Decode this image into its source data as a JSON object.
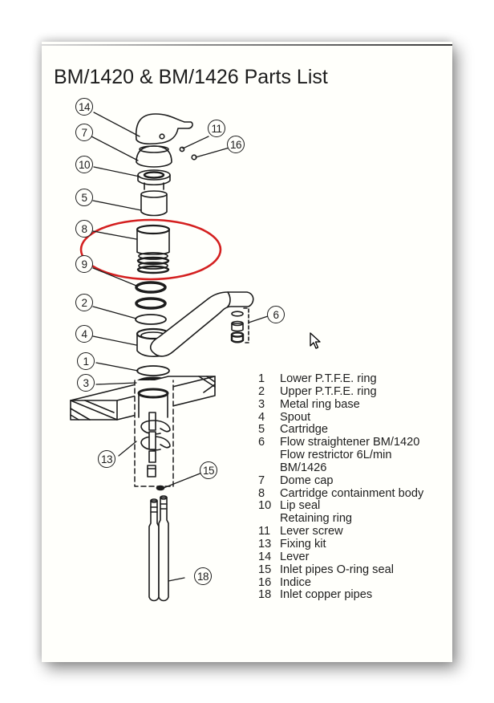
{
  "document": {
    "title": "BM/1420 & BM/1426 Parts List"
  },
  "diagram": {
    "callouts": [
      "14",
      "7",
      "11",
      "16",
      "10",
      "5",
      "8",
      "9",
      "2",
      "6",
      "4",
      "1",
      "3",
      "13",
      "15",
      "18"
    ],
    "highlight": {
      "part": "8",
      "color": "#d42020"
    }
  },
  "parts": [
    {
      "num": "1",
      "name": "Lower P.T.F.E. ring"
    },
    {
      "num": "2",
      "name": "Upper P.T.F.E. ring"
    },
    {
      "num": "3",
      "name": "Metal ring base"
    },
    {
      "num": "4",
      "name": "Spout"
    },
    {
      "num": "5",
      "name": "Cartridge"
    },
    {
      "num": "6",
      "name": "Flow straightener BM/1420"
    },
    {
      "num": "",
      "name": "Flow restrictor 6L/min"
    },
    {
      "num": "",
      "name": "BM/1426"
    },
    {
      "num": "7",
      "name": "Dome cap"
    },
    {
      "num": "8",
      "name": "Cartridge containment body"
    },
    {
      "num": "10",
      "name": "Lip seal"
    },
    {
      "num": "",
      "name": "Retaining ring"
    },
    {
      "num": "11",
      "name": "Lever screw"
    },
    {
      "num": "13",
      "name": "Fixing kit"
    },
    {
      "num": "14",
      "name": "Lever"
    },
    {
      "num": "15",
      "name": "Inlet pipes O-ring seal"
    },
    {
      "num": "16",
      "name": "Indice"
    },
    {
      "num": "18",
      "name": "Inlet copper pipes"
    }
  ],
  "cursor": {
    "icon": "arrow-pointer-icon"
  }
}
